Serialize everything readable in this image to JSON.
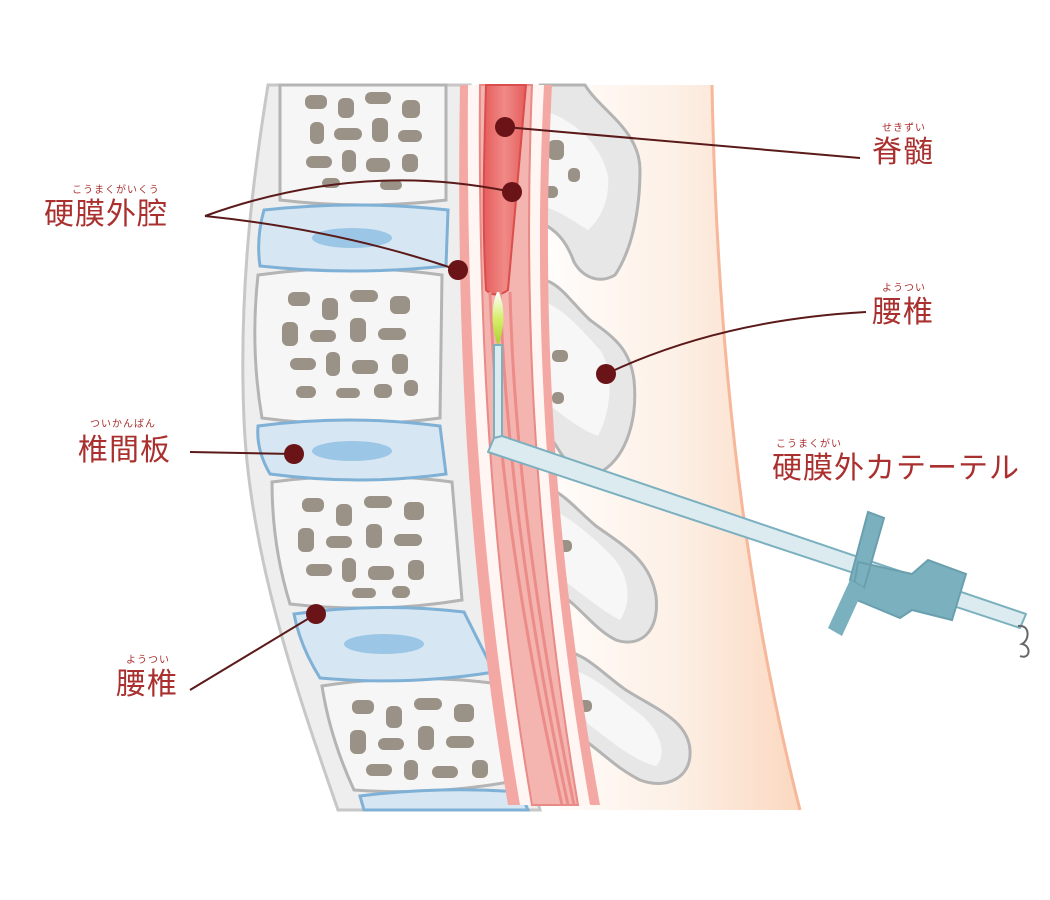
{
  "labels": {
    "spinal_cord": {
      "text": "脊髄",
      "ruby": "せきずい"
    },
    "epidural_space": {
      "text": "硬膜外腔",
      "ruby": "こうまくがいくう"
    },
    "lumbar_right": {
      "text": "腰椎",
      "ruby": "ようつい"
    },
    "intervertebral_disc": {
      "text": "椎間板",
      "ruby": "ついかんばん"
    },
    "epidural_catheter": {
      "text": "硬膜外カテーテル",
      "ruby": "こうまくがい"
    },
    "lumbar_left": {
      "text": "腰椎",
      "ruby": "ようつい"
    }
  },
  "colors": {
    "label": "#a9302e",
    "leader": "#5b1a1a",
    "dot": "#6a1418",
    "bone": "#f4f4f4",
    "bone_edge": "#b8b8b8",
    "bone_texture": "#9a9286",
    "disc": "#d6e6f2",
    "disc_edge": "#7fb0d6",
    "spinal_cord": "#e9706e",
    "dura": "#f0a4a0",
    "skin": "#fde4d4",
    "catheter": "#7bb0bf",
    "drug": "#b9dc3c"
  }
}
